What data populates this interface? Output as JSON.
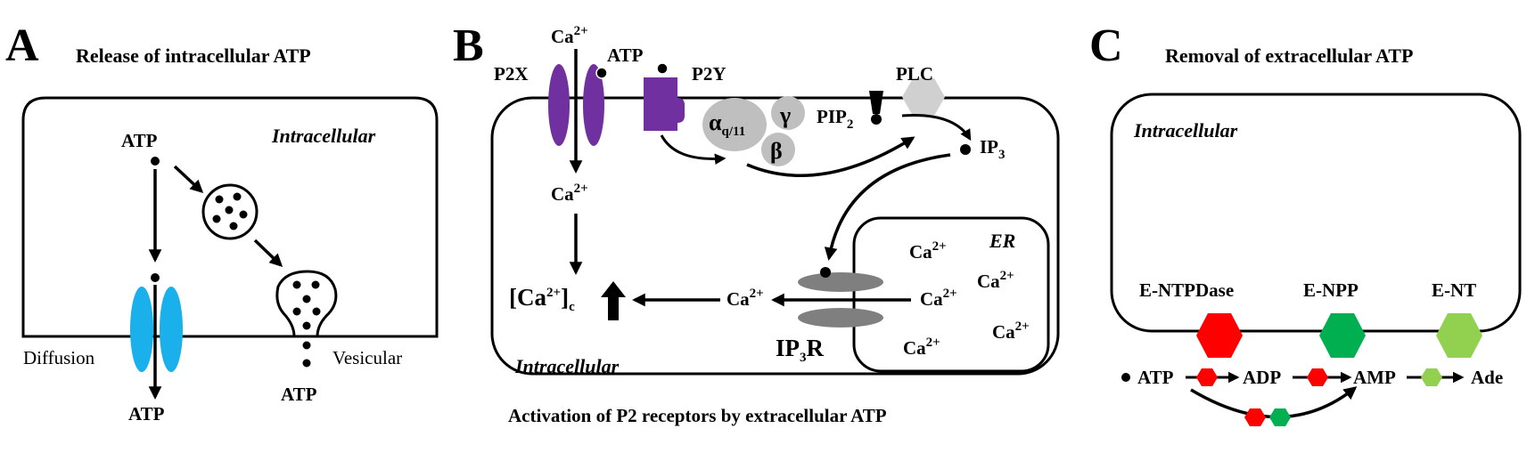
{
  "colors": {
    "channel_blue": "#1ab0ec",
    "receptor_purple": "#7030a0",
    "g_protein_gray": "#bfbfbf",
    "plc_gray": "#d0d0d0",
    "ip3r_gray": "#7f7f7f",
    "entpdase_red": "#ff0000",
    "enpp_green": "#00b050",
    "ent_lightgreen": "#92d050"
  },
  "panel_a": {
    "letter": "A",
    "title": "Release of intracellular ATP",
    "compartment": "Intracellular",
    "atp_top": "ATP",
    "atp_bottom_left": "ATP",
    "atp_bottom_right": "ATP",
    "diffusion": "Diffusion",
    "vesicular": "Vesicular"
  },
  "panel_b": {
    "letter": "B",
    "ca_top": "Ca",
    "ca_top_charge": "2+",
    "atp": "ATP",
    "p2x": "P2X",
    "p2y": "P2Y",
    "alpha": "α",
    "alpha_sub": "q/11",
    "gamma": "γ",
    "beta": "β",
    "plc": "PLC",
    "pip2": "PIP",
    "pip2_sub": "2",
    "ip3": "IP",
    "ip3_sub": "3",
    "ca_inner": "Ca",
    "ca_inner_charge": "2+",
    "cac_open": "[Ca",
    "cac_charge": "2+",
    "cac_close": "]",
    "cac_sub": "c",
    "ca_release": "Ca",
    "ca_release_charge": "2+",
    "er": "ER",
    "er_ca": [
      {
        "base": "Ca",
        "charge": "2+"
      },
      {
        "base": "Ca",
        "charge": "2+"
      },
      {
        "base": "Ca",
        "charge": "2+"
      },
      {
        "base": "Ca",
        "charge": "2+"
      },
      {
        "base": "Ca",
        "charge": "2+"
      }
    ],
    "ip3r": "IP",
    "ip3r_sub": "3",
    "ip3r_end": "R",
    "compartment": "Intracellular",
    "caption": "Activation of P2 receptors by extracellular ATP"
  },
  "panel_c": {
    "letter": "C",
    "title": "Removal of extracellular ATP",
    "compartment": "Intracellular",
    "enzymes": [
      "E-NTPDase",
      "E-NPP",
      "E-NT"
    ],
    "chain": [
      "ATP",
      "ADP",
      "AMP",
      "Ade"
    ]
  }
}
